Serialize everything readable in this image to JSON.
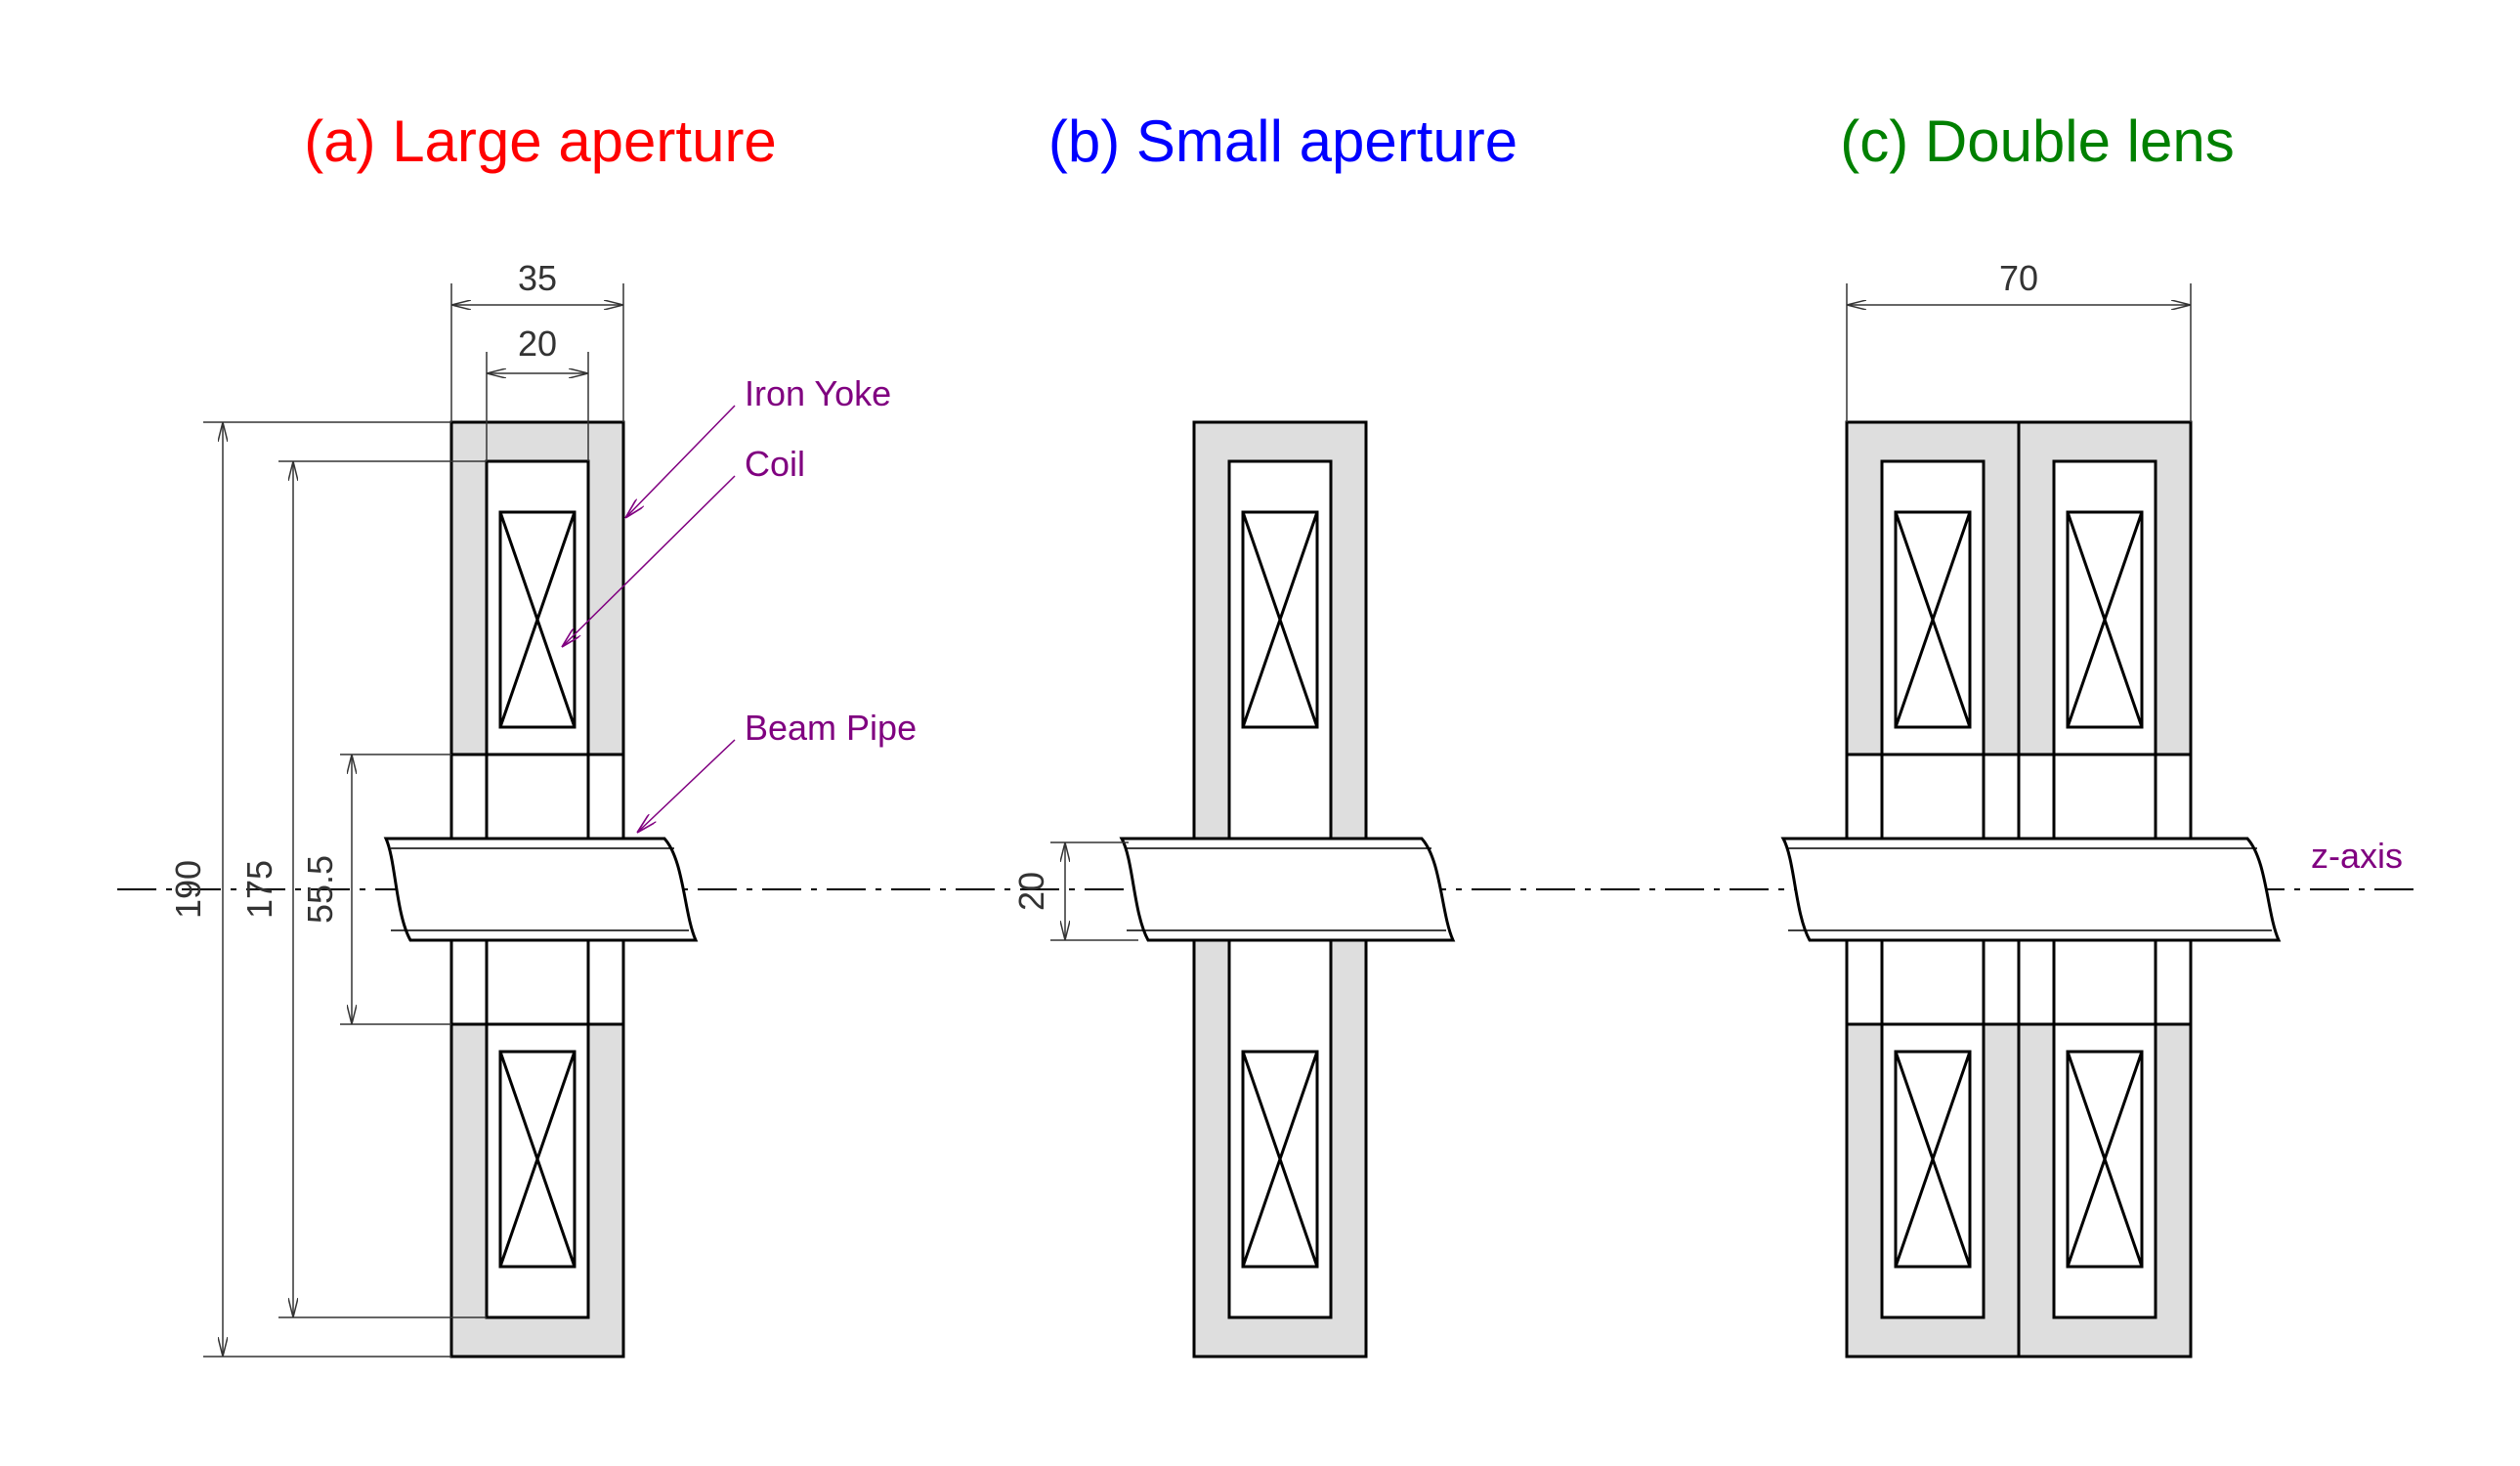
{
  "titles": {
    "a": "(a) Large aperture",
    "b": "(b) Small aperture",
    "c": "(c) Double lens"
  },
  "colors": {
    "a": "#ff0000",
    "b": "#0000ff",
    "c": "#008000",
    "label": "#800080",
    "iron": "#dedede"
  },
  "labels": {
    "iron_yoke": "Iron Yoke",
    "coil": "Coil",
    "beam_pipe": "Beam Pipe",
    "z_axis": "z-axis"
  },
  "dimensions": {
    "a_width_outer": "35",
    "a_width_inner": "20",
    "a_height_outer": "190",
    "a_height_coil": "175",
    "a_aperture": "55.5",
    "b_aperture": "20",
    "c_width": "70"
  }
}
